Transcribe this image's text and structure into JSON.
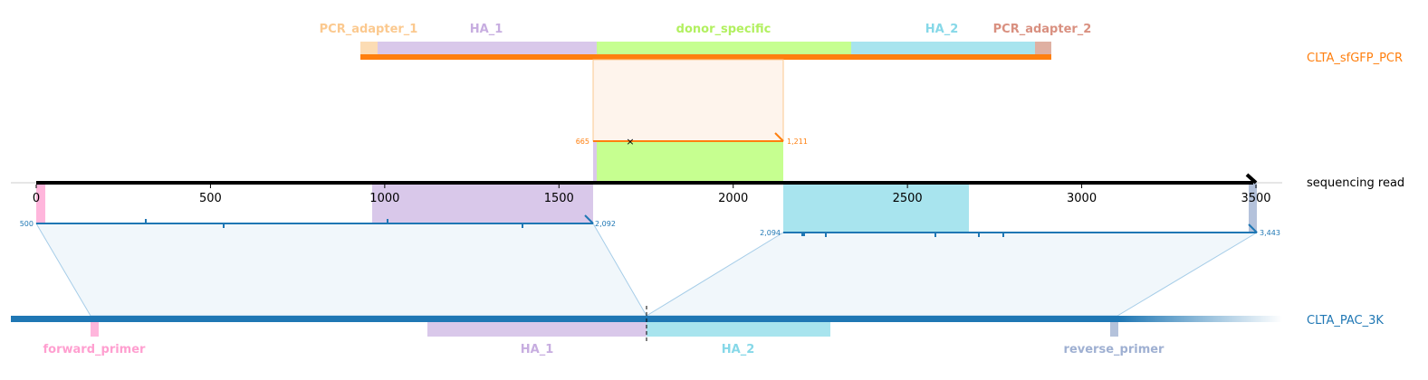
{
  "colors": {
    "pcr_adapter_1": "#fcdcb4",
    "pcr_adapter_1_label": "#fbc98f",
    "ha_1": "#d9c8ea",
    "ha_1_label": "#c7ade0",
    "donor_specific": "#c6ff90",
    "donor_specific_label": "#b2f060",
    "ha_2": "#a8e4ee",
    "ha_2_label": "#86d8e8",
    "pcr_adapter_2": "#dfb0a2",
    "pcr_adapter_2_label": "#d99080",
    "pcr_track": "#ff7f0e",
    "amplicon_track": "#1f77b4",
    "forward_primer": "#ffb6dc",
    "forward_primer_label": "#ff9fd0",
    "reverse_primer": "#b4c2db",
    "reverse_primer_label": "#9fb0d2",
    "read_axis": "#000000"
  },
  "tracks": {
    "pcr": "CLTA_sfGFP_PCR",
    "read": "sequencing read",
    "amplicon": "CLTA_PAC_3K"
  },
  "top_features": {
    "pcr_adapter_1": "PCR_adapter_1",
    "ha_1": "HA_1",
    "donor_specific": "donor_specific",
    "ha_2": "HA_2",
    "pcr_adapter_2": "PCR_adapter_2"
  },
  "bottom_features": {
    "forward_primer": "forward_primer",
    "ha_1": "HA_1",
    "ha_2": "HA_2",
    "reverse_primer": "reverse_primer"
  },
  "read_axis": {
    "ticks": [
      "0",
      "500",
      "1000",
      "1500",
      "2000",
      "2500",
      "3000",
      "3500"
    ],
    "min": 0,
    "max": 3500
  },
  "donor_alignment": {
    "start": "665",
    "end": "1,211",
    "mismatch_marker": "×"
  },
  "amplicon_alignments": [
    {
      "start": "500",
      "end": "2,092"
    },
    {
      "start": "2,094",
      "end": "3,443"
    }
  ]
}
